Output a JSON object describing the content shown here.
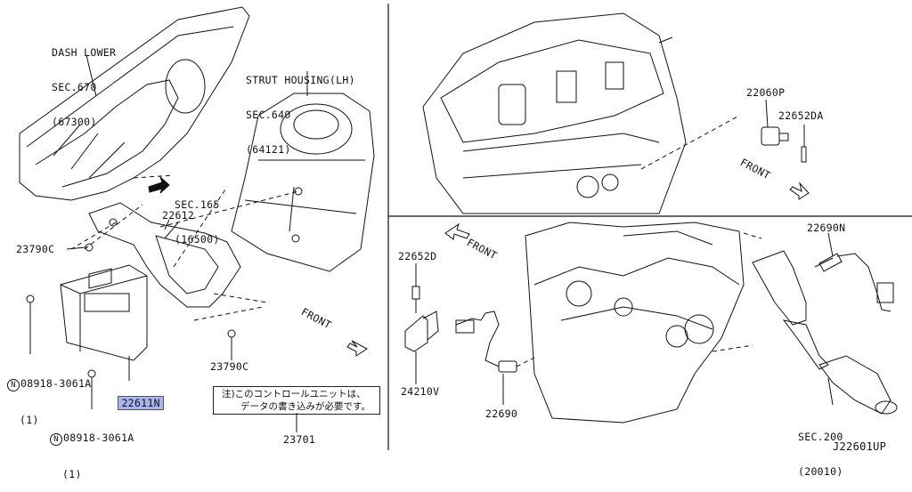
{
  "labels": {
    "dash_lower": [
      "DASH LOWER",
      "SEC.670",
      "(67300)"
    ],
    "strut_housing": [
      "STRUT HOUSING(LH)",
      "SEC.640",
      "(64121)"
    ],
    "sec165": [
      "SEC.165",
      "(16500)"
    ],
    "p22612": "22612",
    "p23790c_top": "23790C",
    "p23790c_bottom": "23790C",
    "p08918_top": [
      "08918-3061A",
      "(1)"
    ],
    "p08918_bottom": [
      "08918-3061A",
      "(1)"
    ],
    "n_mark": "N",
    "p22611n": "22611N",
    "note_line1": "注)このコントロールユニットは、",
    "note_line2": "データの書き込みが必要です。",
    "p23701": "23701",
    "p22060p": "22060P",
    "p22652da": "22652DA",
    "front_upper": "FRONT",
    "front_mid": "FRONT",
    "front_left": "FRONT",
    "p22652d": "22652D",
    "p24210v": "24210V",
    "p22690": "22690",
    "p22690n": "22690N",
    "sec200": [
      "SEC.200",
      "(20010)"
    ],
    "diagram_code": "J22601UP"
  }
}
